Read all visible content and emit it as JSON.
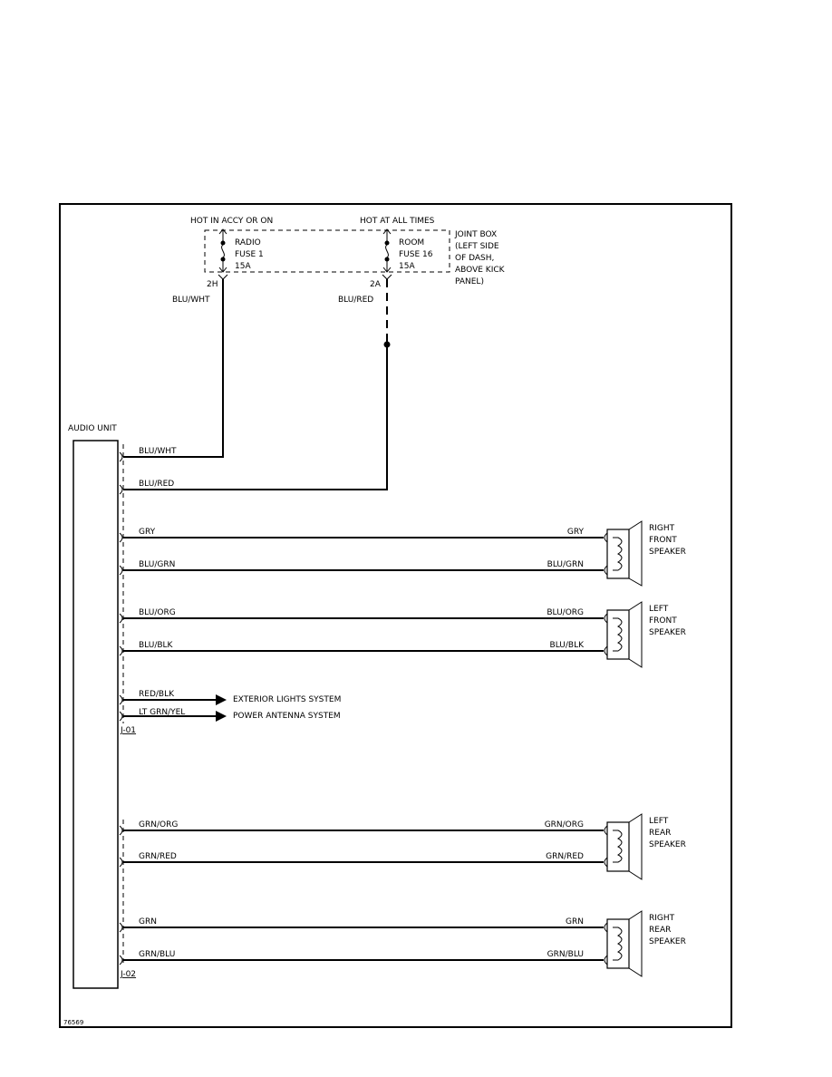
{
  "power": {
    "accy_label": "HOT IN ACCY OR ON",
    "all_times_label": "HOT AT ALL TIMES",
    "joint_box": [
      "JOINT BOX",
      "(LEFT SIDE",
      "OF DASH,",
      "ABOVE KICK",
      "PANEL)"
    ],
    "fuse1": [
      "RADIO",
      "FUSE 1",
      "15A"
    ],
    "fuse2": [
      "ROOM",
      "FUSE 16",
      "15A"
    ],
    "fuse1_pin": "2H",
    "fuse2_pin": "2A",
    "fuse1_wire": "BLU/WHT",
    "fuse2_wire": "BLU/RED"
  },
  "audio_unit": {
    "label": "AUDIO UNIT",
    "connector1": "J-01",
    "connector2": "J-02"
  },
  "wires": {
    "w1": "BLU/WHT",
    "w2": "BLU/RED",
    "w3": "GRY",
    "w4": "BLU/GRN",
    "w5": "BLU/ORG",
    "w6": "BLU/BLK",
    "w7": "RED/BLK",
    "w8": "LT GRN/YEL",
    "w9": "GRN/ORG",
    "w10": "GRN/RED",
    "w11": "GRN",
    "w12": "GRN/BLU"
  },
  "destinations": {
    "ext_lights": "EXTERIOR LIGHTS SYSTEM",
    "power_antenna": "POWER ANTENNA SYSTEM"
  },
  "speakers": {
    "rf": [
      "RIGHT",
      "FRONT",
      "SPEAKER"
    ],
    "lf": [
      "LEFT",
      "FRONT",
      "SPEAKER"
    ],
    "lr": [
      "LEFT",
      "REAR",
      "SPEAKER"
    ],
    "rr": [
      "RIGHT",
      "REAR",
      "SPEAKER"
    ]
  },
  "figure_number": "76569"
}
